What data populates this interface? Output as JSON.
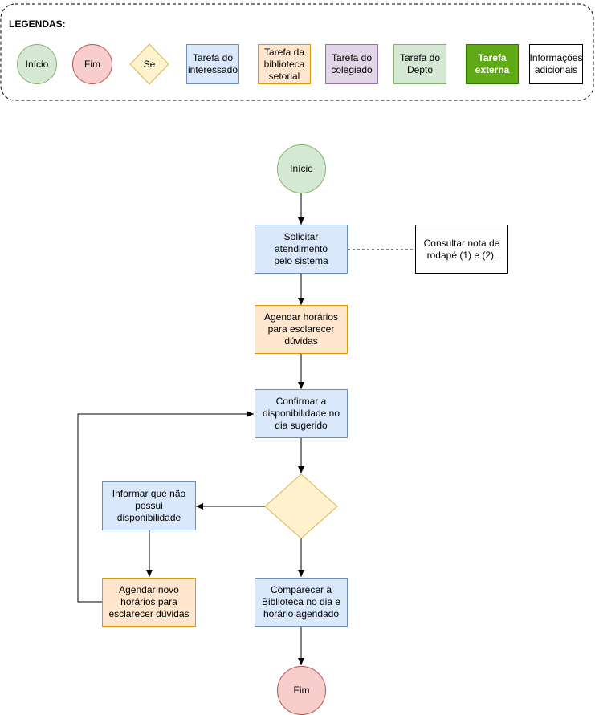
{
  "legend": {
    "title": "LEGENDAS:",
    "items": [
      {
        "label": "Início",
        "kind": "start"
      },
      {
        "label": "Fim",
        "kind": "end"
      },
      {
        "label": "Se",
        "kind": "decision"
      },
      {
        "label": "Tarefa do\ninteressado",
        "kind": "interessado"
      },
      {
        "label": "Tarefa da\nbiblioteca\nsetorial",
        "kind": "biblioteca"
      },
      {
        "label": "Tarefa do\ncolegiado",
        "kind": "colegiado"
      },
      {
        "label": "Tarefa do\nDepto",
        "kind": "depto"
      },
      {
        "label": "Tarefa\nexterna",
        "kind": "externa"
      },
      {
        "label": "Informações\nadicionais",
        "kind": "info"
      }
    ]
  },
  "flow": {
    "start": "Início",
    "solicitar": "Solicitar atendimento\npelo sistema",
    "nota": "Consultar nota de\nrodapé (1) e (2).",
    "agendar": "Agendar horários\npara esclarecer\ndúvidas",
    "confirmar": "Confirmar a\ndisponibilidade no\ndia sugerido",
    "decision": "",
    "informar": "Informar que não\npossui\ndisponibilidade",
    "agendar_novo": "Agendar novo\nhorários para\nesclarecer dúvidas",
    "comparecer": "Comparecer à\nBiblioteca no dia e\nhorário agendado",
    "end": "Fim"
  },
  "colors": {
    "interessado": "#dae8fc",
    "biblioteca": "#ffe6cc",
    "colegiado": "#e1d5e7",
    "depto": "#d5e8d4",
    "externa": "#60a917",
    "start": "#d5e8d4",
    "end": "#f8cecc",
    "decision": "#fff2cc"
  }
}
